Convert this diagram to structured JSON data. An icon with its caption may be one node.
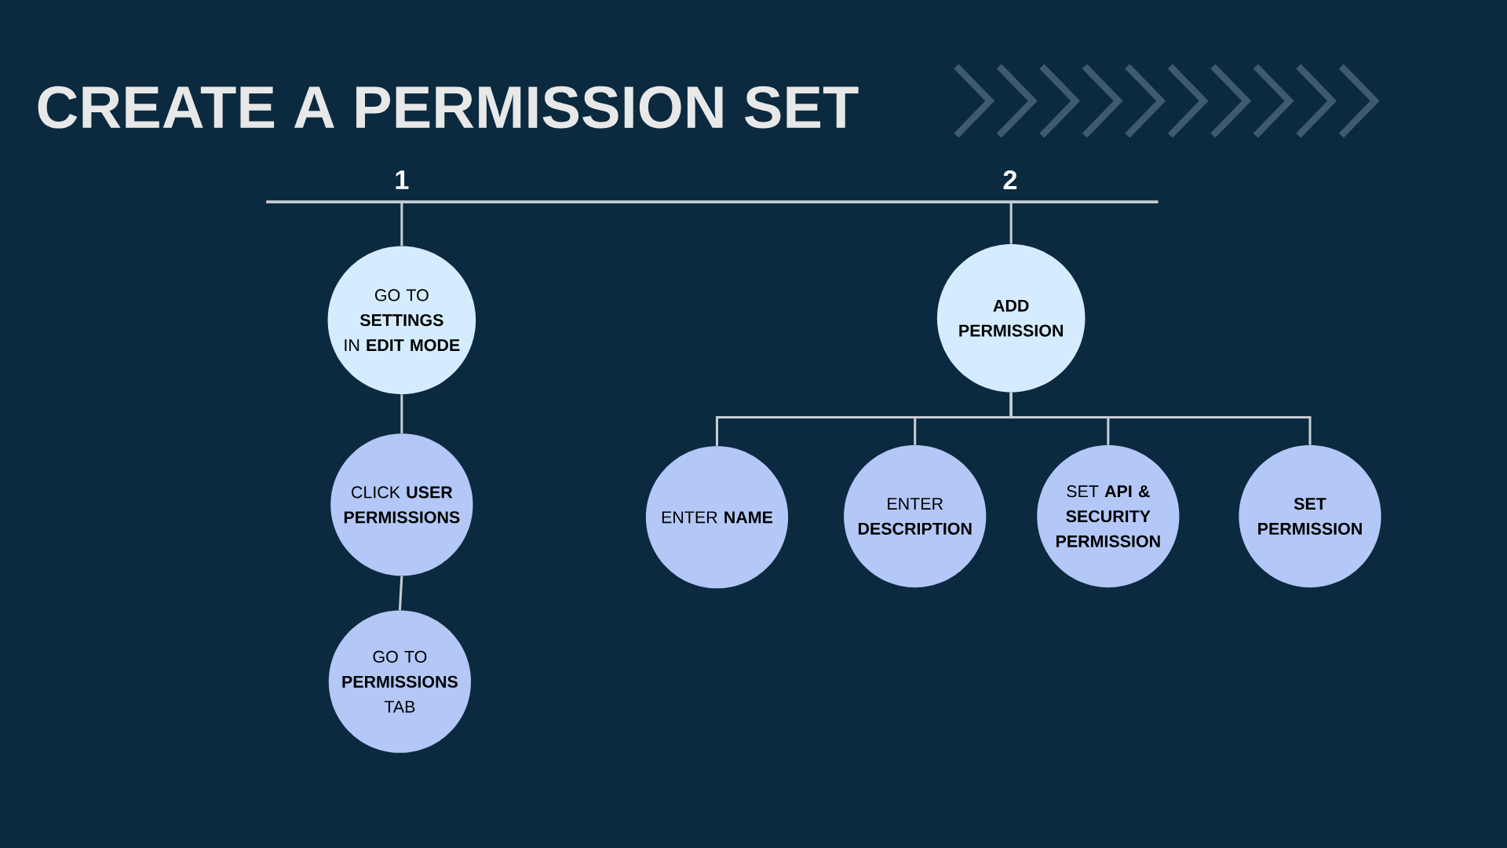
{
  "diagram": {
    "title": "CREATE A PERMISSION SET",
    "nodes": [
      {
        "text": [],
        "shape": "bar"
      },
      {
        "text": [
          "GO TO **SETTINGS** IN **EDIT MODE**"
        ]
      },
      {
        "text": [
          "CLICK **USER PERMISSIONS**"
        ]
      },
      {
        "text": [
          "GO TO **PERMISSIONS** TAB"
        ]
      },
      {
        "text": [
          "ADD PERMISSION"
        ]
      },
      {
        "text": [
          "ENTER **NAME**"
        ]
      },
      {
        "text": [
          "ENTER **DESCRIPTION**"
        ]
      },
      {
        "text": [
          "SET **API &** **SECURITY PERMISSION**"
        ]
      },
      {
        "text": [
          "SET PERMISSION"
        ]
      }
    ],
    "edges": [
      {
        "from": 0,
        "to": 1,
        "arrow": "none"
      },
      {
        "from": 1,
        "to": 2,
        "arrow": "none"
      },
      {
        "from": 2,
        "to": 3,
        "arrow": "none"
      },
      {
        "from": 0,
        "to": 4,
        "arrow": "none"
      },
      {
        "from": 4,
        "to": 5,
        "arrow": "none"
      },
      {
        "from": 4,
        "to": 6,
        "arrow": "none"
      },
      {
        "from": 4,
        "to": 7,
        "arrow": "none"
      },
      {
        "from": 4,
        "to": 8,
        "arrow": "none"
      }
    ],
    "labels": [
      "1",
      "2"
    ]
  }
}
